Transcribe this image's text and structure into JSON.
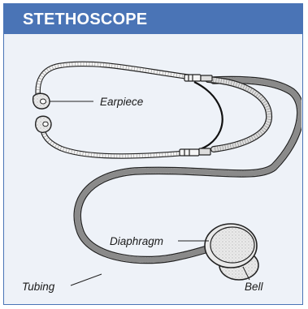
{
  "panel": {
    "title": "STETHOSCOPE",
    "header_color": "#4a74b6",
    "background_color": "#eef2f8"
  },
  "diagram": {
    "subject": "stethoscope",
    "labels": {
      "earpiece": "Earpiece",
      "diaphragm": "Diaphragm",
      "tubing": "Tubing",
      "bell": "Bell"
    }
  }
}
